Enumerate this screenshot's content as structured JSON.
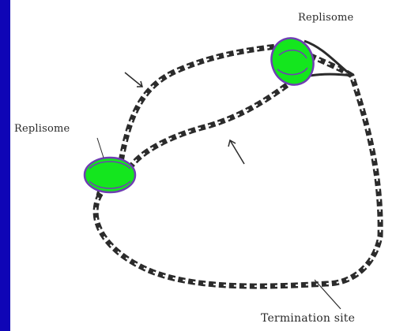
{
  "labels": {
    "replisome_top": "Replisome",
    "replisome_left": "Replisome",
    "termination_site": "Termination site"
  },
  "colors": {
    "slide_background": "#0f05b6",
    "panel_background": "#ffffff",
    "replisome_fill": "#14e61e",
    "replisome_outline": "#6f3fb3",
    "dna_strand": "#2b2b2b"
  }
}
